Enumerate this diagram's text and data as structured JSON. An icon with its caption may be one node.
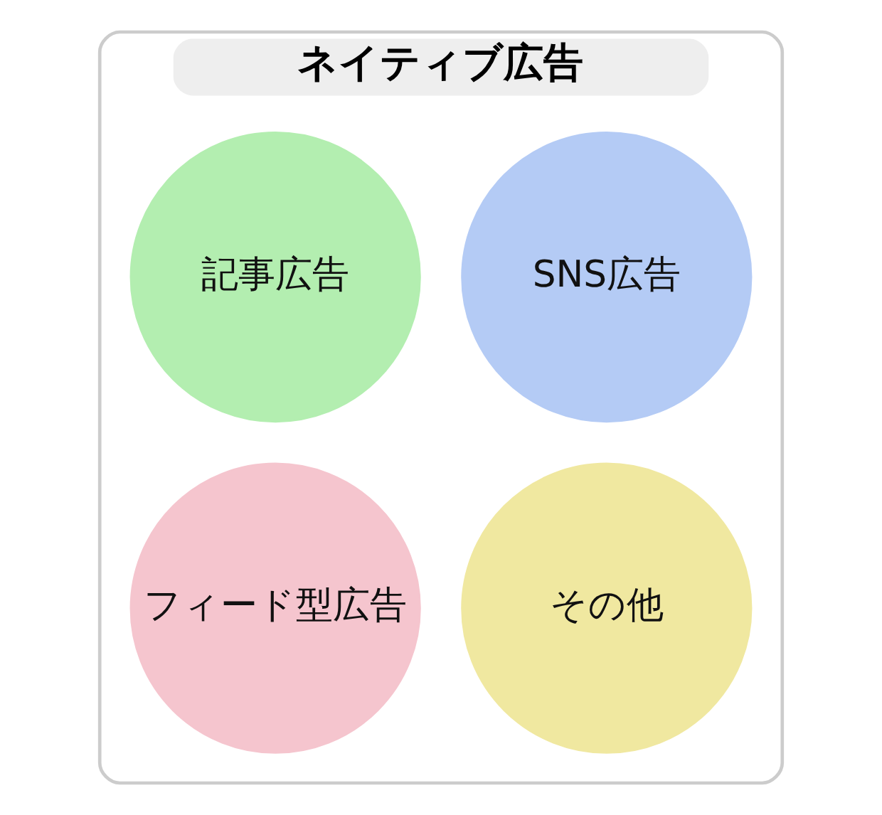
{
  "diagram": {
    "nodes": [
      {
        "text": [
          "ネイティブ広告"
        ]
      },
      {
        "text": [
          "記事広告"
        ],
        "in": 0
      },
      {
        "text": [
          "SNS広告"
        ],
        "in": 0
      },
      {
        "text": [
          "フィード型広告"
        ],
        "in": 0
      },
      {
        "text": [
          "その他"
        ],
        "in": 0
      }
    ]
  }
}
